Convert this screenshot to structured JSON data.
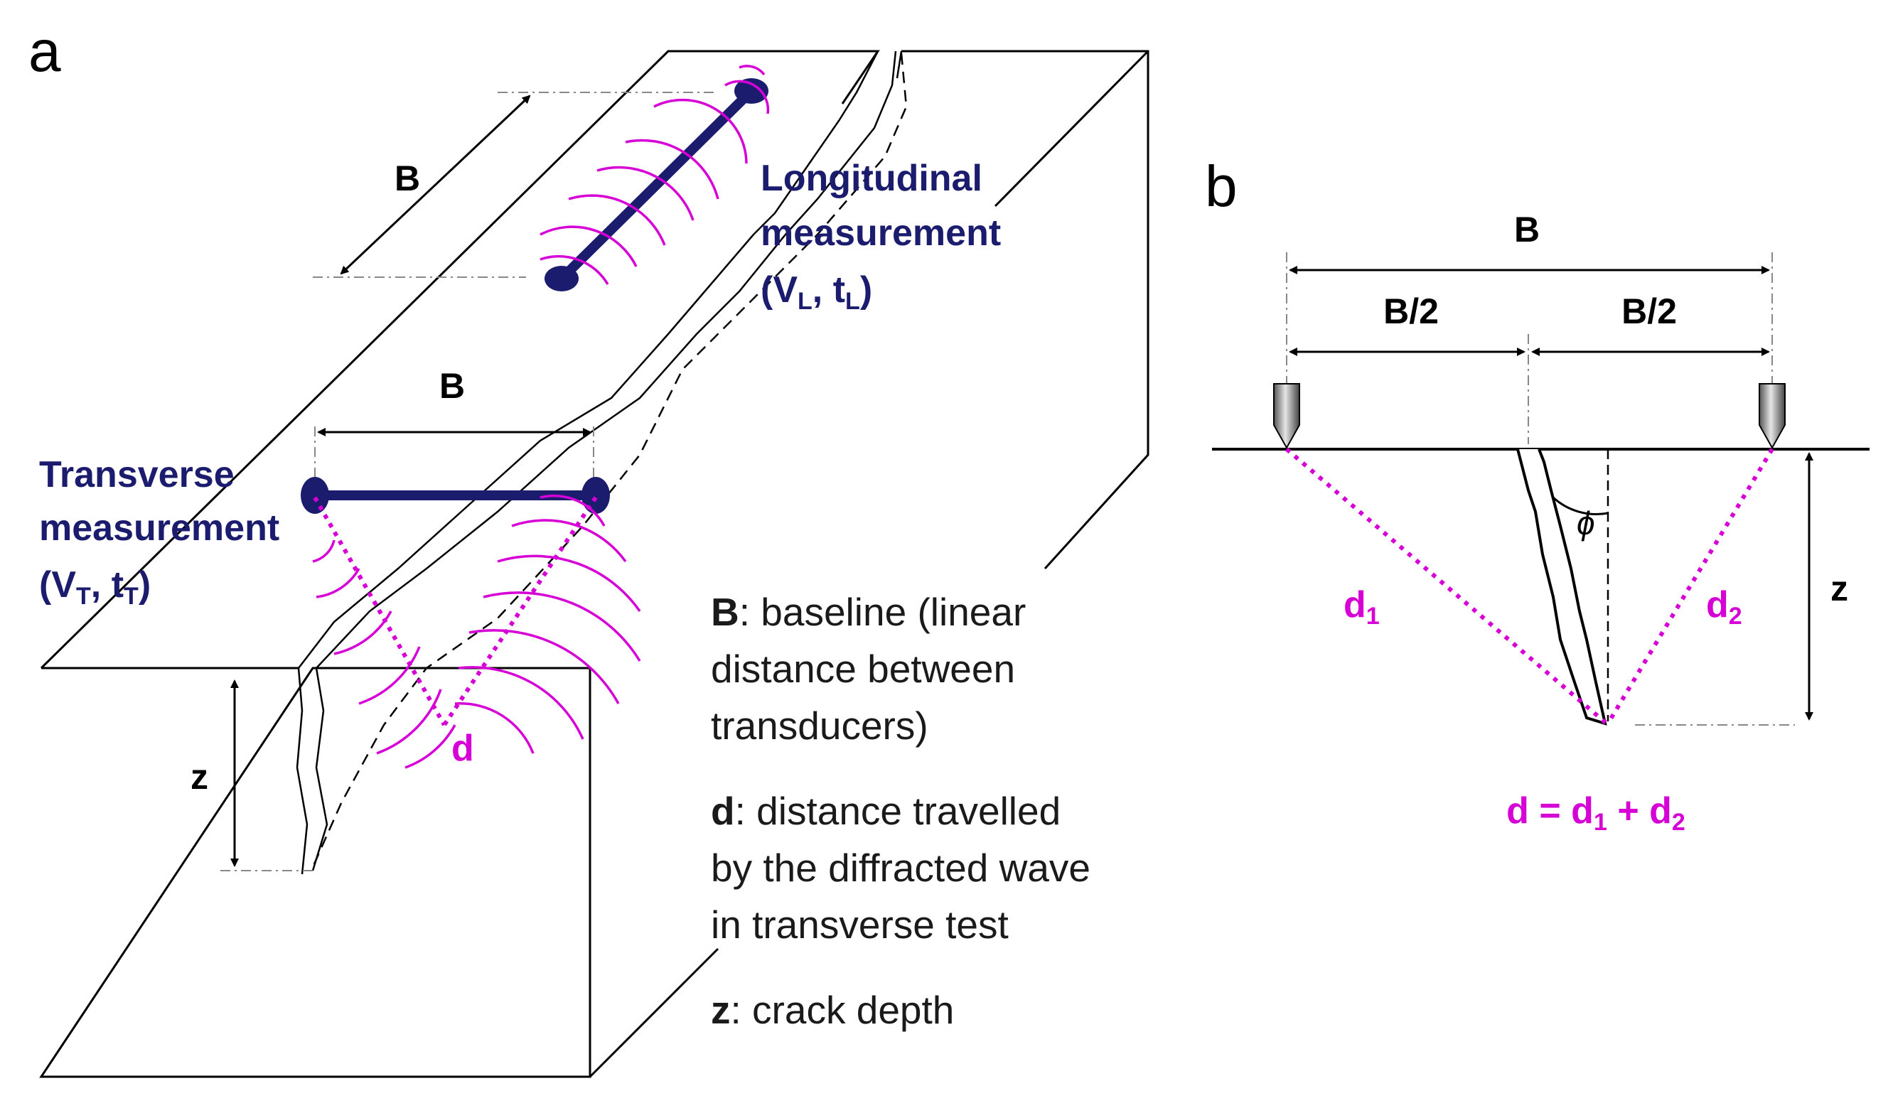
{
  "panel_labels": {
    "a": "a",
    "b": "b"
  },
  "panel_a": {
    "baseline_label": "B",
    "longitudinal": {
      "line1": "Longitudinal",
      "line2": "measurement",
      "v": "V",
      "v_sub": "L",
      "t": "t",
      "t_sub": "L"
    },
    "transverse": {
      "line1": "Transverse",
      "line2": "measurement",
      "v": "V",
      "v_sub": "T",
      "t": "t",
      "t_sub": "T"
    },
    "d_label": "d",
    "z_label": "z",
    "legend": [
      {
        "key": "B",
        "lines": [
          ": baseline (linear",
          "distance between",
          "transducers)"
        ]
      },
      {
        "key": "d",
        "lines": [
          ": distance travelled",
          "by the diffracted wave",
          "in transverse test"
        ]
      },
      {
        "key": "z",
        "lines": [
          ": crack depth"
        ]
      }
    ]
  },
  "panel_b": {
    "B": "B",
    "half_left": "B/2",
    "half_right": "B/2",
    "z": "z",
    "phi": "ϕ",
    "d1": "d",
    "d1_sub": "1",
    "d2": "d",
    "d2_sub": "2",
    "formula": {
      "lhs": "d = d",
      "s1": "1",
      "plus": " + d",
      "s2": "2"
    }
  },
  "colors": {
    "navy": "#1c1c6e",
    "magenta": "#d600d6",
    "ink": "#000000"
  }
}
